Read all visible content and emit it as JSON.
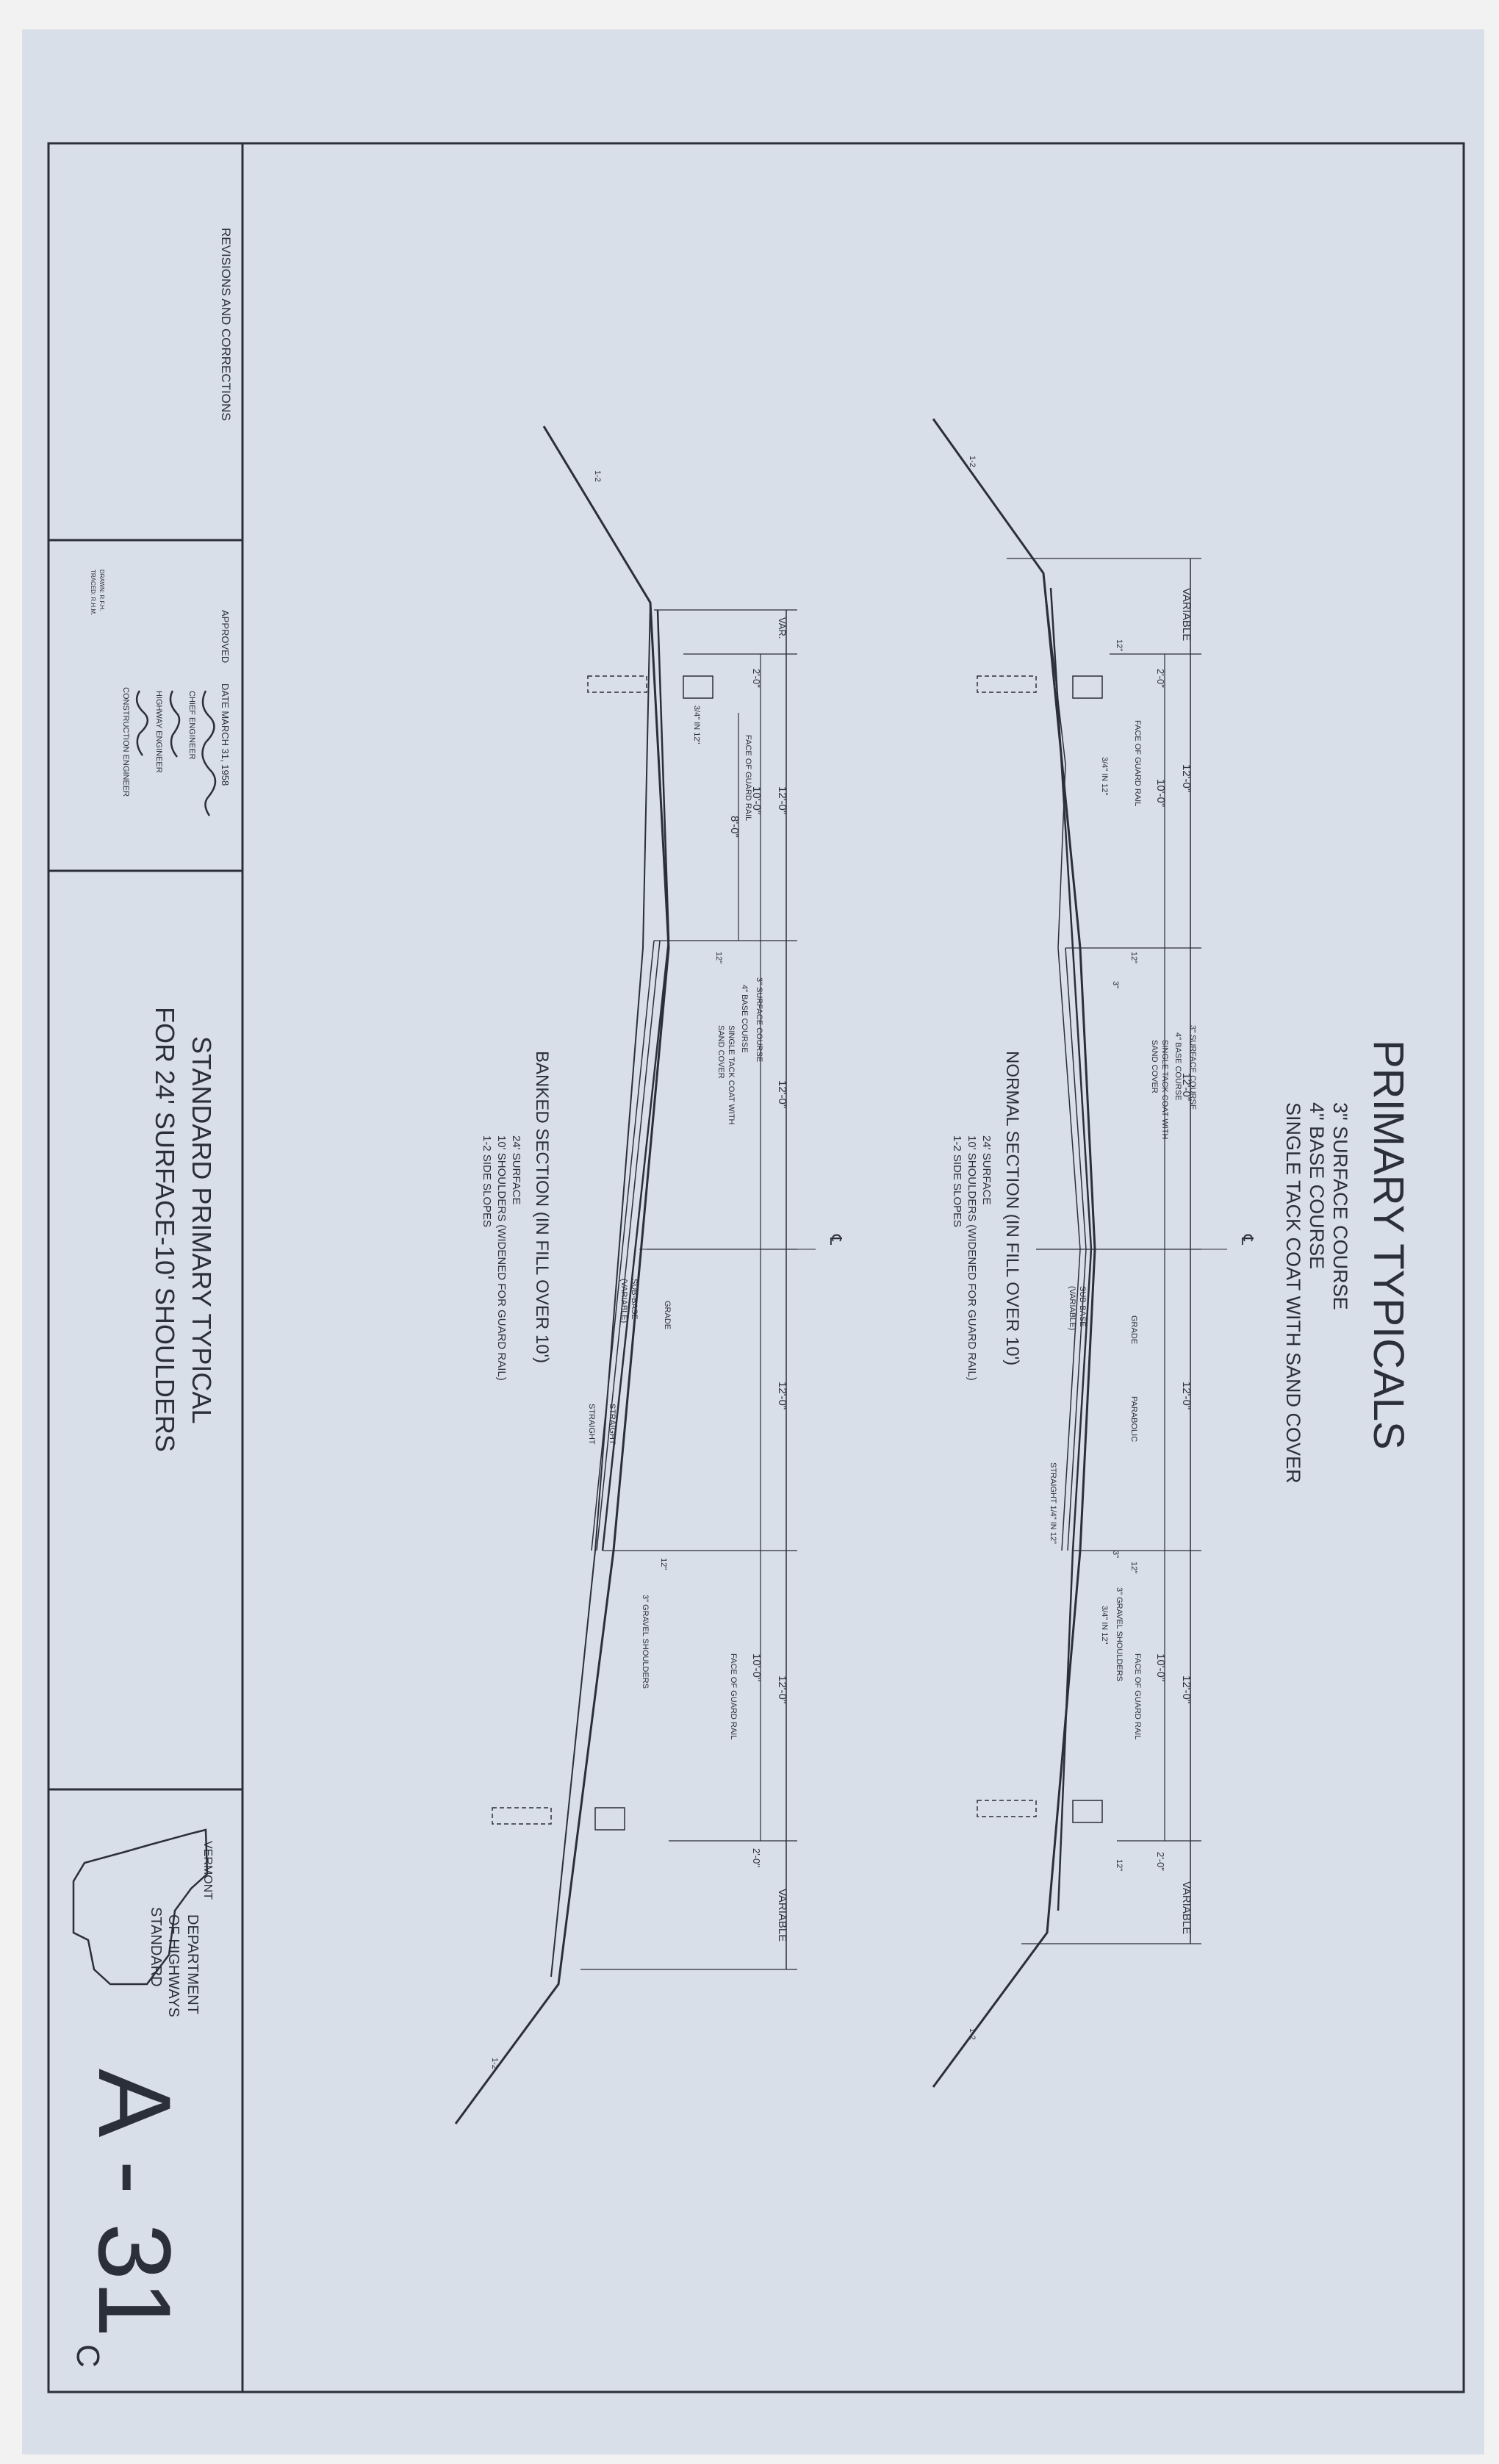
{
  "title": {
    "main": "PRIMARY   TYPICALS",
    "line1": "3\" SURFACE COURSE",
    "line2": "4\" BASE COURSE",
    "line3": "SINGLE TACK COAT WITH SAND COVER"
  },
  "normal_section": {
    "heading": "NORMAL SECTION (IN FILL OVER 10')",
    "notes": [
      "24' SURFACE",
      "10' SHOULDERS (WIDENED FOR GUARD RAIL)",
      "1-2 SIDE SLOPES"
    ],
    "labels": {
      "variable": "VARIABLE",
      "dim_12_0": "12'-0\"",
      "dim_10_0": "10'-0\"",
      "dim_2_0": "2'-0\"",
      "dim_12in": "12\"",
      "dim_3in": "3\"",
      "face_guard_rail": "FACE OF GUARD RAIL",
      "surface_course": "3\" SURFACE COURSE",
      "base_course": "4\" BASE COURSE",
      "tack_coat": "SINGLE TACK COAT WITH",
      "sand_cover": "SAND COVER",
      "sub_base": "SUB-BASE",
      "variable_paren": "(VARIABLE)",
      "grade": "GRADE",
      "parabolic": "PARABOLIC",
      "straight_slope": "STRAIGHT 1/4\" IN 12\"",
      "slope_34": "3/4\" IN 12\"",
      "gravel_shoulders": "3\" GRAVEL SHOULDERS",
      "side_slope": "1-2",
      "centerline": "℄"
    }
  },
  "banked_section": {
    "heading": "BANKED SECTION (IN FILL OVER 10')",
    "notes": [
      "24' SURFACE",
      "10' SHOULDERS (WIDENED FOR GUARD RAIL)",
      "1-2 SIDE SLOPES"
    ],
    "labels": {
      "var": "VAR.",
      "variable": "VARIABLE",
      "dim_12_0": "12'-0\"",
      "dim_10_0": "10'-0\"",
      "dim_8_0": "8'-0\"",
      "dim_2_0": "2'-0\"",
      "dim_12in": "12\"",
      "face_guard_rail": "FACE OF GUARD RAIL",
      "surface_course": "3\" SURFACE COURSE",
      "base_course": "4\" BASE COURSE",
      "tack_coat": "SINGLE TACK COAT WITH",
      "sand_cover": "SAND COVER",
      "sub_base": "SUB-BASE",
      "variable_paren": "(VARIABLE)",
      "grade": "GRADE",
      "straight": "STRAIGHT",
      "slope_34": "3/4\" IN 12\"",
      "gravel_shoulders": "3\" GRAVEL SHOULDERS",
      "side_slope": "1-2",
      "centerline": "℄"
    }
  },
  "title_block": {
    "revisions": "REVISIONS AND CORRECTIONS",
    "approved": "APPROVED",
    "date": "DATE  MARCH 31, 1958",
    "chief_engineer": "CHIEF ENGINEER",
    "highway_engineer": "HIGHWAY ENGINEER",
    "construction_engineer": "CONSTRUCTION ENGINEER",
    "drawn": "DRAWN: R.F.H.",
    "traced": "TRACED: R.H.M.",
    "sheet_title_1": "STANDARD PRIMARY TYPICAL",
    "sheet_title_2": "FOR 24' SURFACE-10' SHOULDERS",
    "state": "VERMONT",
    "dept_1": "DEPARTMENT",
    "dept_2": "OF HIGHWAYS",
    "dept_3": "STANDARD",
    "sheet_number": "A - 31",
    "sheet_suffix": "C"
  },
  "colors": {
    "paper": "#d9dfe9",
    "ink": "#2a2f3a"
  }
}
